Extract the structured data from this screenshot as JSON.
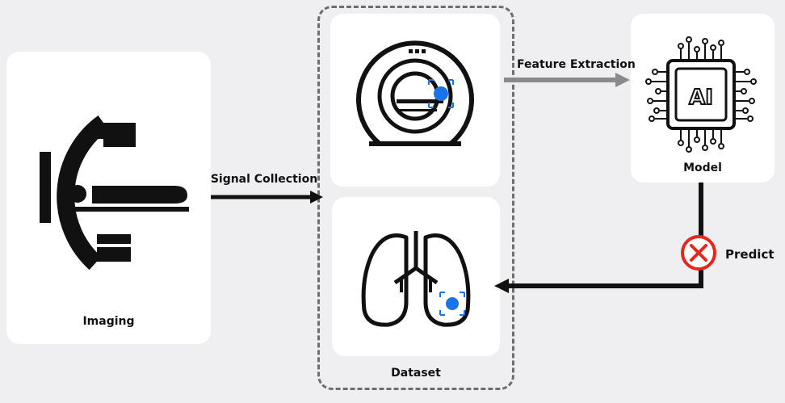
{
  "nodes": {
    "imaging": {
      "label": "Imaging"
    },
    "dataset": {
      "label": "Dataset"
    },
    "model": {
      "label": "Model",
      "chip_text": "AI"
    }
  },
  "edges": {
    "signal_collection": "Signal Collection",
    "feature_extraction": "Feature Extraction",
    "predict": "Predict"
  },
  "colors": {
    "background": "#efeff1",
    "card": "#ffffff",
    "icon": "#111111",
    "accent_blue": "#1a73e8",
    "error_red": "#e8261b",
    "gray_arrow": "#8a8a8a"
  }
}
